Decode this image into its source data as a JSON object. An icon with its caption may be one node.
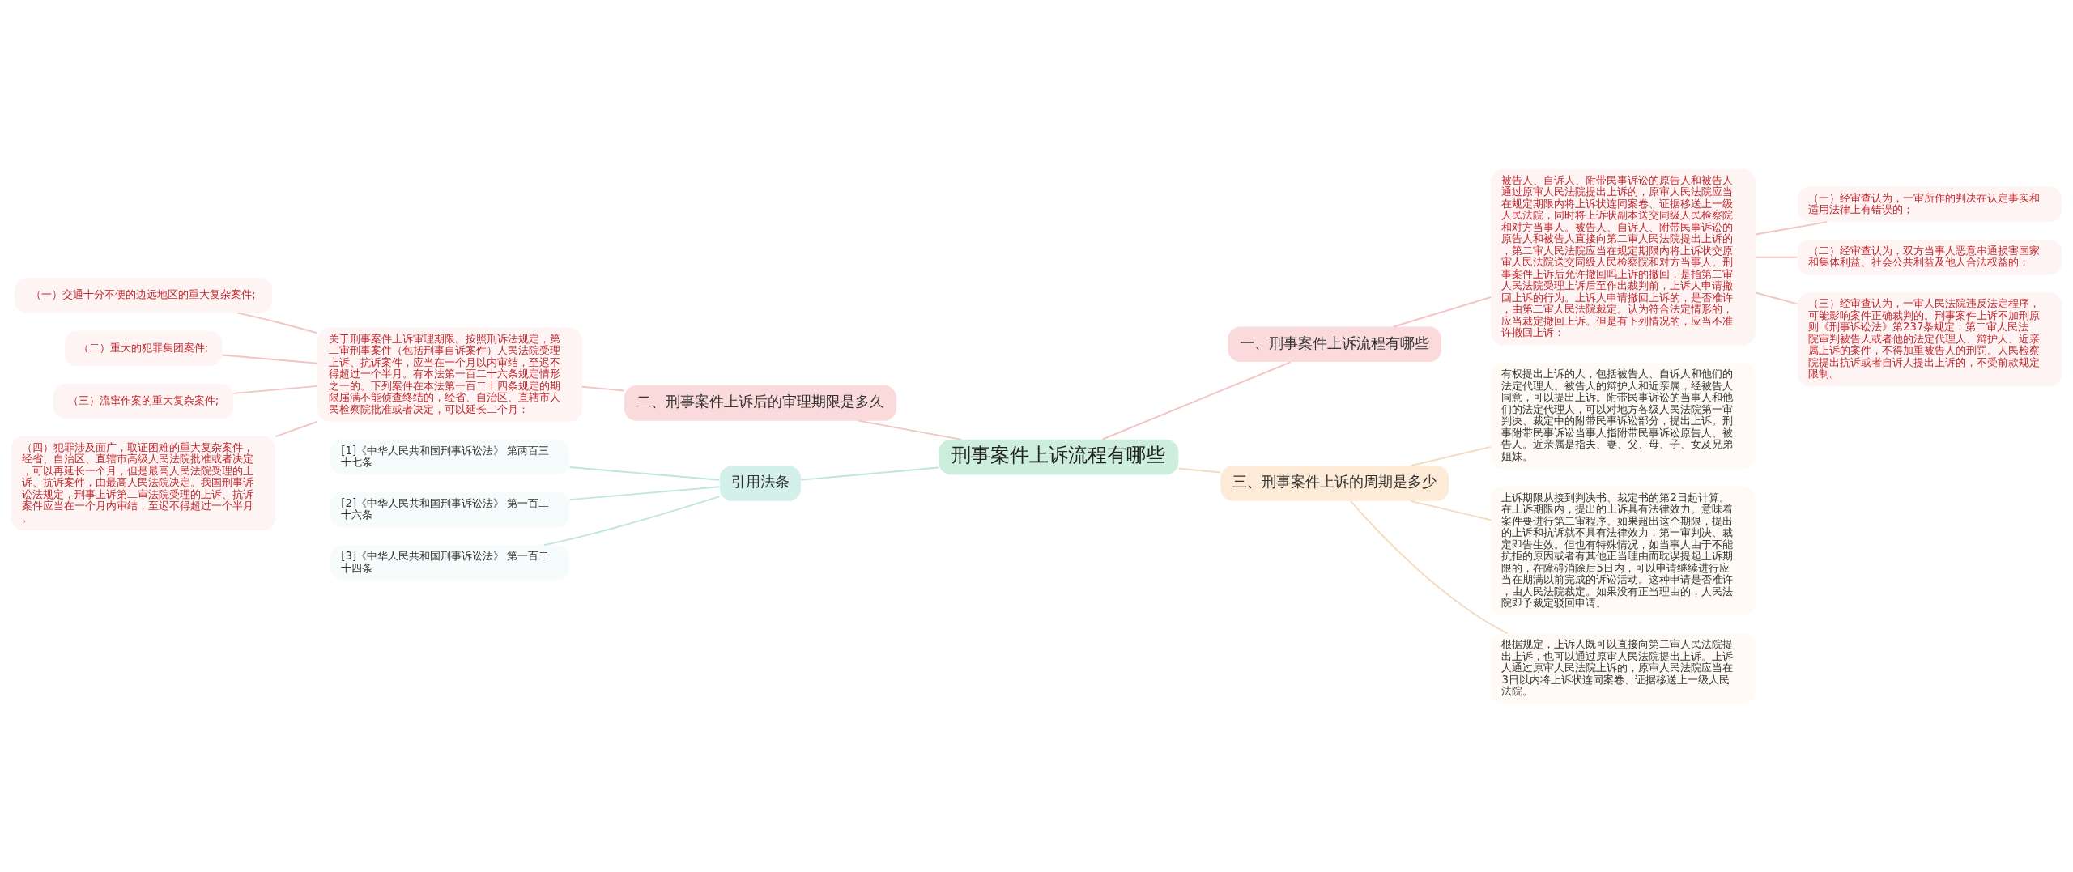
{
  "diagram": {
    "nodes": [
      {
        "text": [
          "刑事案件上诉流程有哪些"
        ]
      },
      {
        "text": [
          "一、刑事案件上诉流程有哪些"
        ]
      },
      {
        "text": [
          "被告人、自诉人、附带民事诉讼的原告人和被告人通过原审人民法院提出上诉的，原审人民法院应当在规定期限内将上诉状连同案卷、证据移送上一级人民法院，同时将上诉状副本送交同级人民检察院和对方当事人。被告人、自诉人、附带民事诉讼的原告人和被告人直接向第二审人民法院提出上诉的，第二审人民法院应当在规定期限内将上诉状交原审人民法院送交同级人民检察院和对方当事人。刑事案件上诉后允许撤回吗上诉的撤回，是指第二审人民法院受理上诉后至作出裁判前，上诉人申请撤回上诉的行为。上诉人申请撤回上诉的，是否准许，由第二审人民法院裁定。认为符合法定情形的，应当裁定撤回上诉。但是有下列情况的，应当不准许撤回上诉："
        ]
      },
      {
        "text": [
          "（一）经审查认为，一审所作的判决在认定事实和适用法律上有错误的；"
        ]
      },
      {
        "text": [
          "（二）经审查认为，双方当事人恶意串通损害国家和集体利益、社会公共利益及他人合法权益的；"
        ]
      },
      {
        "text": [
          "（三）经审查认为，一审人民法院违反法定程序，可能影响案件正确裁判的。刑事案件上诉不加刑原则《刑事诉讼法》第237条规定：第二审人民法院审判被告人或者他的法定代理人、辩护人、近亲属上诉的案件，不得加重被告人的刑罚。人民检察院提出抗诉或者自诉人提出上诉的，不受前款规定限制。"
        ]
      },
      {
        "text": [
          "二、刑事案件上诉后的审理期限是多久"
        ]
      },
      {
        "text": [
          "关于刑事案件上诉审理期限。按照刑诉法规定，第二审刑事案件（包括刑事自诉案件）人民法院受理上诉、抗诉案件，应当在一个月以内审结，至迟不得超过一个半月。有本法第一百二十六条规定情形之一的。下列案件在本法第一百二十四条规定的期限届满不能侦查终结的，经省、自治区、直辖市人民检察院批准或者决定，可以延长二个月："
        ]
      },
      {
        "text": [
          "（一）交通十分不便的边远地区的重大复杂案件;"
        ]
      },
      {
        "text": [
          "（二）重大的犯罪集团案件;"
        ]
      },
      {
        "text": [
          "（三）流窜作案的重大复杂案件;"
        ]
      },
      {
        "text": [
          "（四）犯罪涉及面广，取证困难的重大复杂案件，经省、自治区、直辖市高级人民法院批准或者决定，可以再延长一个月，但是最高人民法院受理的上诉、抗诉案件，由最高人民法院决定。我国刑事诉讼法规定，刑事上诉第二审法院受理的上诉、抗诉案件应当在一个月内审结，至迟不得超过一个半月。"
        ]
      },
      {
        "text": [
          "三、刑事案件上诉的周期是多少"
        ]
      },
      {
        "text": [
          "有权提出上诉的人，包括被告人、自诉人和他们的法定代理人。被告人的辩护人和近亲属，经被告人同意，可以提出上诉。附带民事诉讼的当事人和他们的法定代理人，可以对地方各级人民法院第一审判决、裁定中的附带民事诉讼部分，提出上诉。刑事附带民事诉讼当事人指附带民事诉讼原告人、被告人。近亲属是指夫、妻、父、母、子、女及兄弟姐妹。"
        ]
      },
      {
        "text": [
          "上诉期限从接到判决书、裁定书的第2日起计算。在上诉期限内，提出的上诉具有法律效力。意味着案件要进行第二审程序。如果超出这个期限，提出的上诉和抗诉就不具有法律效力，第一审判决、裁定即告生效。但也有特殊情况，如当事人由于不能抗拒的原因或者有其他正当理由而耽误提起上诉期限的，在障碍消除后5日内，可以申请继续进行应当在期满以前完成的诉讼活动。这种申请是否准许，由人民法院裁定。如果没有正当理由的，人民法院即予裁定驳回申请。"
        ]
      },
      {
        "text": [
          "根据规定，上诉人既可以直接向第二审人民法院提出上诉，也可以通过原审人民法院提出上诉。上诉人通过原审人民法院上诉的，原审人民法院应当在3日以内将上诉状连同案卷、证据移送上一级人民法院。"
        ]
      },
      {
        "text": [
          "引用法条"
        ]
      },
      {
        "text": [
          "[1]《中华人民共和国刑事诉讼法》 第两百三十七条"
        ]
      },
      {
        "text": [
          "[2]《中华人民共和国刑事诉讼法》 第一百二十六条"
        ]
      },
      {
        "text": [
          "[3]《中华人民共和国刑事诉讼法》 第一百二十四条"
        ]
      }
    ],
    "edges": [
      {
        "from": 0,
        "to": 1,
        "arrow": "none"
      },
      {
        "from": 1,
        "to": 2,
        "arrow": "none"
      },
      {
        "from": 2,
        "to": 3,
        "arrow": "none"
      },
      {
        "from": 2,
        "to": 4,
        "arrow": "none"
      },
      {
        "from": 2,
        "to": 5,
        "arrow": "none"
      },
      {
        "from": 0,
        "to": 6,
        "arrow": "none"
      },
      {
        "from": 6,
        "to": 7,
        "arrow": "none"
      },
      {
        "from": 7,
        "to": 8,
        "arrow": "none"
      },
      {
        "from": 7,
        "to": 9,
        "arrow": "none"
      },
      {
        "from": 7,
        "to": 10,
        "arrow": "none"
      },
      {
        "from": 7,
        "to": 11,
        "arrow": "none"
      },
      {
        "from": 0,
        "to": 12,
        "arrow": "none",
        "color": "#f3dcc2"
      },
      {
        "from": 12,
        "to": 13,
        "arrow": "none",
        "color": "#f3dcc2"
      },
      {
        "from": 12,
        "to": 14,
        "arrow": "none",
        "color": "#f3dcc2"
      },
      {
        "from": 12,
        "to": 15,
        "arrow": "none",
        "color": "#f3dcc2"
      },
      {
        "from": 0,
        "to": 16,
        "arrow": "none",
        "color": "#bfe6df"
      },
      {
        "from": 16,
        "to": 17,
        "arrow": "none",
        "color": "#bfe6df"
      },
      {
        "from": 16,
        "to": 18,
        "arrow": "none",
        "color": "#bfe6df"
      },
      {
        "from": 16,
        "to": 19,
        "arrow": "none",
        "color": "#bfe6df"
      }
    ]
  }
}
